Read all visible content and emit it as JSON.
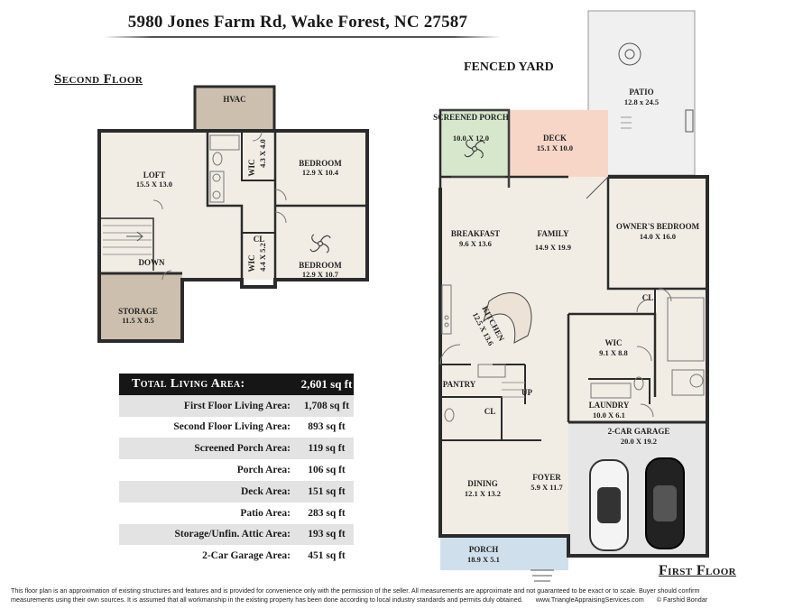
{
  "address": "5980 Jones Farm Rd, Wake Forest, NC 27587",
  "colors": {
    "wall": "#2b2b2b",
    "floor": "#f2ede4",
    "hvac": "#cdbfae",
    "storage": "#cdbfae",
    "screened_porch": "#d7e7cc",
    "deck": "#f7d6c8",
    "patio": "#f0f0f0",
    "porch": "#cfe0ec",
    "garage": "#e6e6e6"
  },
  "second_floor": {
    "title": "Second Floor",
    "rooms": {
      "hvac": {
        "label": "HVAC"
      },
      "loft": {
        "label": "LOFT",
        "dims": "15.5 X 13.0"
      },
      "bedroom_upper": {
        "label": "BEDROOM",
        "dims": "12.9 X 10.4"
      },
      "bedroom_lower": {
        "label": "BEDROOM",
        "dims": "12.9 X 10.7"
      },
      "wic_upper": {
        "label": "WIC",
        "dims": "4.3 X 4.0"
      },
      "wic_lower": {
        "label": "WIC",
        "dims": "4.4 X 5.2"
      },
      "closet": {
        "label": "CL"
      },
      "stairs": {
        "label": "DOWN"
      },
      "storage": {
        "label": "STORAGE",
        "dims": "11.5 X 8.5"
      }
    }
  },
  "first_floor": {
    "title": "First Floor",
    "yard_label": "FENCED YARD",
    "rooms": {
      "patio": {
        "label": "PATIO",
        "dims": "12.8 x 24.5"
      },
      "screened_porch": {
        "label": "SCREENED PORCH",
        "dims": "10.0 X 12.0"
      },
      "deck": {
        "label": "DECK",
        "dims": "15.1 X 10.0"
      },
      "breakfast": {
        "label": "BREAKFAST",
        "dims": "9.6 X 13.6"
      },
      "family": {
        "label": "FAMILY",
        "dims": "14.9 X 19.9"
      },
      "owners_bedroom": {
        "label": "OWNER'S BEDROOM",
        "dims": "14.0 X 16.0"
      },
      "kitchen": {
        "label": "KITCHEN",
        "dims": "12.5 X 13.6"
      },
      "wic": {
        "label": "WIC",
        "dims": "9.1 X 8.8"
      },
      "closet_owner": {
        "label": "CL"
      },
      "pantry": {
        "label": "PANTRY"
      },
      "closet_hall": {
        "label": "CL"
      },
      "stairs": {
        "label": "UP"
      },
      "laundry": {
        "label": "LAUNDRY",
        "dims": "10.0 X 6.1"
      },
      "garage": {
        "label": "2-CAR GARAGE",
        "dims": "20.0 X 19.2"
      },
      "dining": {
        "label": "DINING",
        "dims": "12.1 X 13.2"
      },
      "foyer": {
        "label": "FOYER",
        "dims": "5.9 X 11.7"
      },
      "porch": {
        "label": "PORCH",
        "dims": "18.9 X 5.1"
      }
    }
  },
  "area_table": {
    "header": {
      "label": "Total Living Area:",
      "value": "2,601 sq ft"
    },
    "rows": [
      {
        "label": "First Floor Living Area:",
        "value": "1,708 sq ft"
      },
      {
        "label": "Second Floor Living Area:",
        "value": "893 sq ft"
      },
      {
        "label": "Screened Porch Area:",
        "value": "119 sq ft"
      },
      {
        "label": "Porch Area:",
        "value": "106 sq ft"
      },
      {
        "label": "Deck Area:",
        "value": "151 sq ft"
      },
      {
        "label": "Patio Area:",
        "value": "283 sq ft"
      },
      {
        "label": "Storage/Unfin. Attic Area:",
        "value": "193 sq ft"
      },
      {
        "label": "2-Car Garage Area:",
        "value": "451 sq ft"
      }
    ]
  },
  "disclaimer": {
    "line1": "This floor plan is an approximation of existing structures and features and is provided for convenience only with the permission of the seller.  All measurements are approximate and not guaranteed to be exact or to scale.  Buyer should confirm",
    "line2": "measurements using their own sources.  It is assumed that all workmanship in the existing property has been done according to local industry standards and permits duly obtained.",
    "website": "www.TriangleAppraisingServices.com",
    "copyright": "© Farshid Bondar"
  }
}
